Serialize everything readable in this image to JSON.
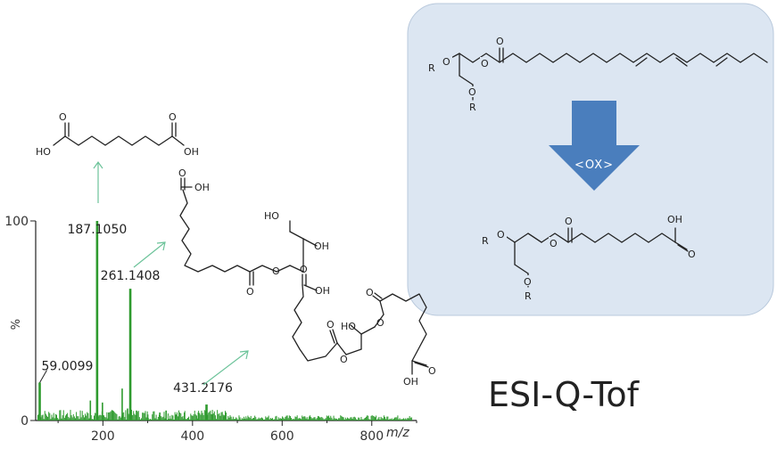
{
  "chart_data": {
    "type": "bar",
    "xlabel": "m/z",
    "ylabel": "%",
    "xlim": [
      50,
      900
    ],
    "ylim": [
      0,
      100
    ],
    "x_ticks": [
      200,
      400,
      600,
      800
    ],
    "y_ticks": [
      0,
      100
    ],
    "color": "#2e9a2e",
    "peaks": [
      {
        "mz": 59.0099,
        "rel": 19,
        "label": "59.0099"
      },
      {
        "mz": 187.105,
        "rel": 100,
        "label": "187.1050"
      },
      {
        "mz": 261.1408,
        "rel": 66,
        "label": "261.1408"
      },
      {
        "mz": 431.2176,
        "rel": 8,
        "label": "431.2176"
      }
    ],
    "minor_peaks": [
      {
        "mz": 172,
        "rel": 10
      },
      {
        "mz": 199,
        "rel": 9
      },
      {
        "mz": 213,
        "rel": 4
      },
      {
        "mz": 243,
        "rel": 16
      },
      {
        "mz": 255,
        "rel": 6
      },
      {
        "mz": 275,
        "rel": 5
      },
      {
        "mz": 300,
        "rel": 3
      },
      {
        "mz": 327,
        "rel": 4
      },
      {
        "mz": 341,
        "rel": 5
      },
      {
        "mz": 363,
        "rel": 3
      },
      {
        "mz": 382,
        "rel": 4
      },
      {
        "mz": 413,
        "rel": 4
      },
      {
        "mz": 445,
        "rel": 3
      },
      {
        "mz": 470,
        "rel": 2
      }
    ]
  },
  "scheme": {
    "arrow_label": "<OX>",
    "box_color": "#dce6f2",
    "arrow_color": "#4a7ebd"
  },
  "atoms": {
    "R": "R",
    "O": "O",
    "OH": "OH",
    "HO": "HO"
  },
  "technique": "ESI-Q-Tof"
}
